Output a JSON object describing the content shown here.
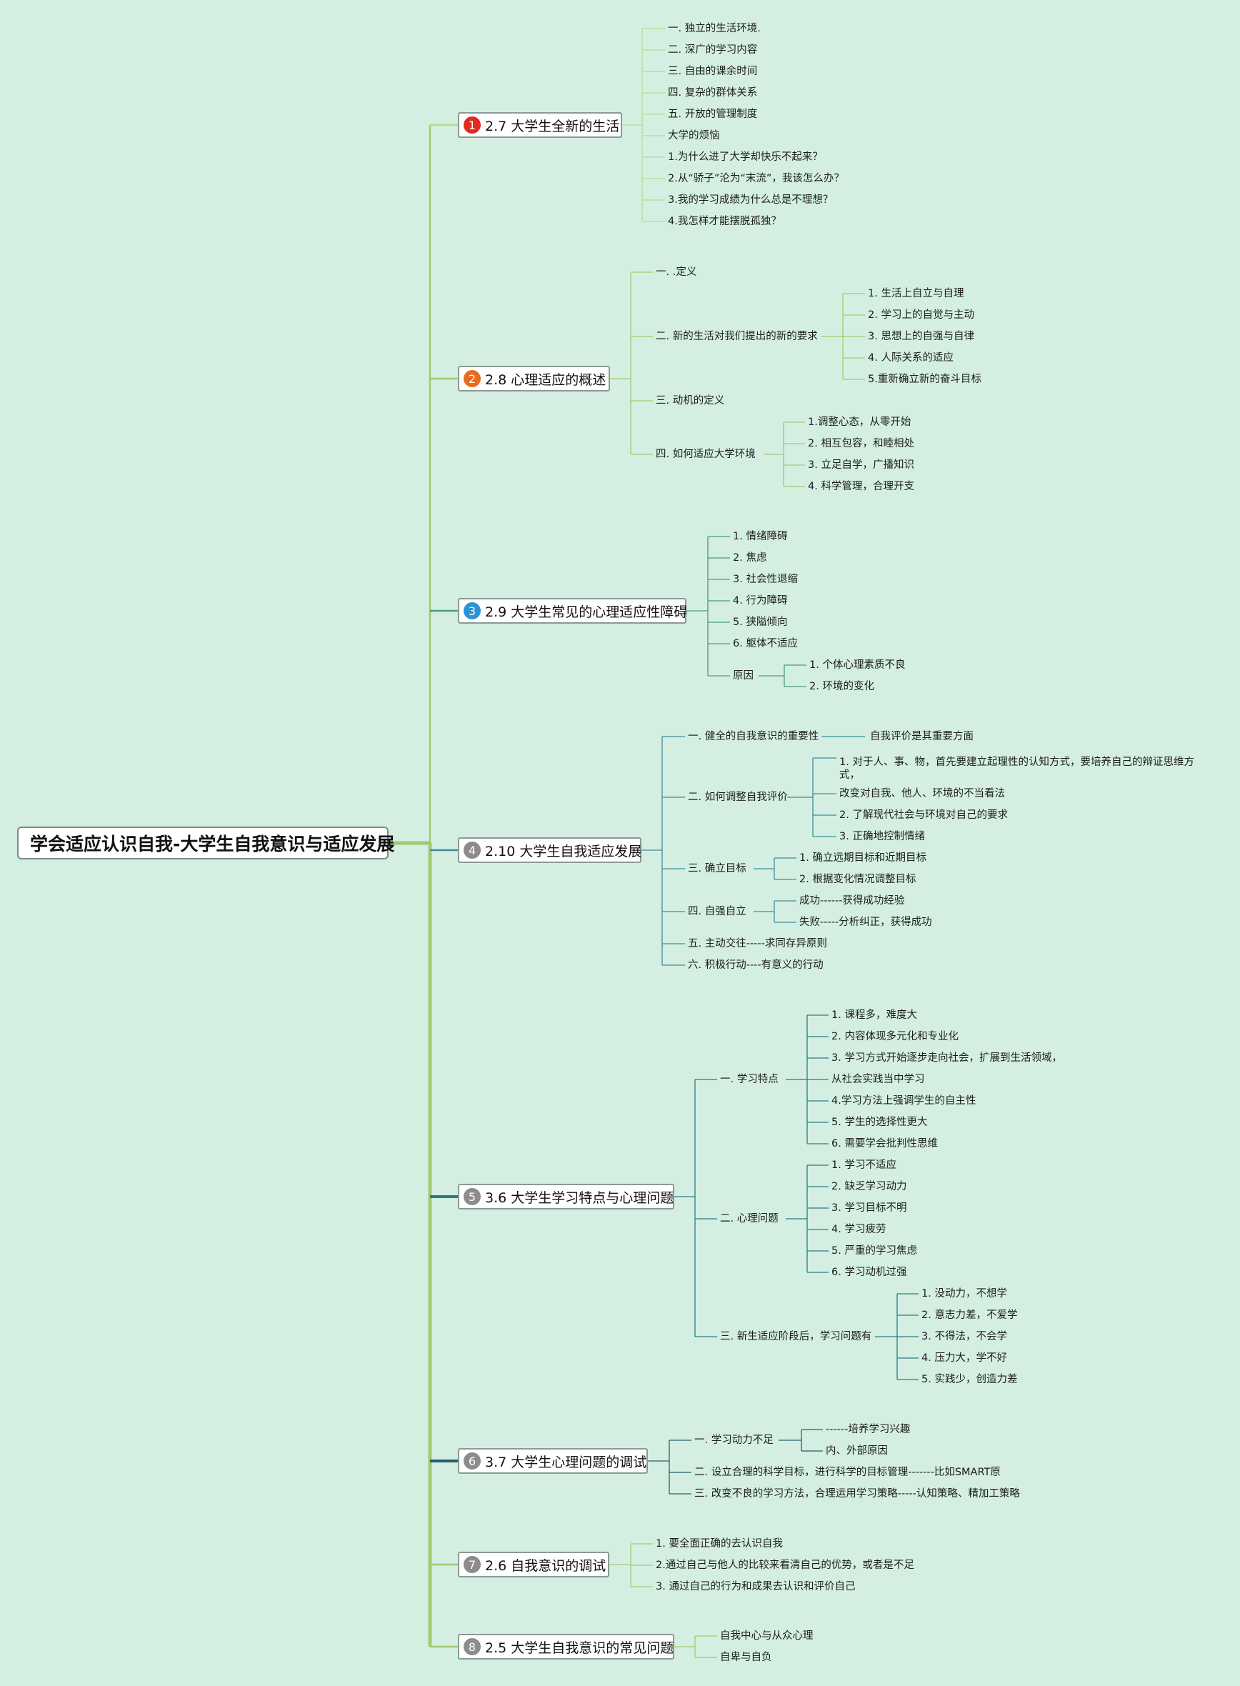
{
  "root": {
    "label": "学会适应认识自我-大学生自我意识与适应发展"
  },
  "colors": {
    "background": "#d4efe2",
    "trunk": "#a2c970",
    "branch_colors": [
      "#b4dc90",
      "#a2c970",
      "#4a9a7f",
      "#3c8c9b",
      "#2b7a86",
      "#245f6f",
      "#a2c970",
      "#a2c970"
    ],
    "badge_colors": [
      "#e02b20",
      "#ea6a20",
      "#2a94d6",
      "#8c8c8c",
      "#8c8c8c",
      "#8c8c8c",
      "#8c8c8c",
      "#8c8c8c"
    ]
  },
  "branches": [
    {
      "num": "1",
      "label": "2.7 大学生全新的生活",
      "children": [
        {
          "label": "一. 独立的生活环境."
        },
        {
          "label": "二. 深广的学习内容"
        },
        {
          "label": "三. 自由的课余时间"
        },
        {
          "label": "四. 复杂的群体关系"
        },
        {
          "label": "五. 开放的管理制度"
        },
        {
          "label": "大学的烦恼"
        },
        {
          "label": "1.为什么进了大学却快乐不起来？"
        },
        {
          "label": "2.从“骄子”沦为“末流”，我该怎么办？"
        },
        {
          "label": "3.我的学习成绩为什么总是不理想？"
        },
        {
          "label": "4.我怎样才能摆脱孤独？"
        }
      ]
    },
    {
      "num": "2",
      "label": "2.8 心理适应的概述",
      "children": [
        {
          "label": "一. .定义"
        },
        {
          "label": "二. 新的生活对我们提出的新的要求",
          "children": [
            {
              "label": "1. 生活上自立与自理"
            },
            {
              "label": "2. 学习上的自觉与主动"
            },
            {
              "label": "3. 思想上的自强与自律"
            },
            {
              "label": "4. 人际关系的适应"
            },
            {
              "label": "5.重新确立新的奋斗目标"
            }
          ]
        },
        {
          "label": "三. 动机的定义"
        },
        {
          "label": "四. 如何适应大学环境",
          "children": [
            {
              "label": "1.调整心态，从零开始"
            },
            {
              "label": "2. 相互包容，和睦相处"
            },
            {
              "label": "3. 立足自学，广播知识"
            },
            {
              "label": "4. 科学管理，合理开支"
            }
          ]
        }
      ]
    },
    {
      "num": "3",
      "label": "2.9 大学生常见的心理适应性障碍",
      "children": [
        {
          "label": "1. 情绪障碍"
        },
        {
          "label": "2. 焦虑"
        },
        {
          "label": "3. 社会性退缩"
        },
        {
          "label": "4. 行为障碍"
        },
        {
          "label": "5. 狭隘倾向"
        },
        {
          "label": "6. 躯体不适应"
        },
        {
          "label": "原因",
          "children": [
            {
              "label": "1. 个体心理素质不良"
            },
            {
              "label": "2. 环境的变化"
            }
          ]
        }
      ]
    },
    {
      "num": "4",
      "label": "2.10 大学生自我适应发展",
      "children": [
        {
          "label": "一. 健全的自我意识的重要性",
          "children": [
            {
              "label": "自我评价是其重要方面"
            }
          ]
        },
        {
          "label": "二. 如何调整自我评价",
          "children": [
            {
              "label": "1. 对于人、事、物，首先要建立起理性的认知方式，要培养自己的辩证思维方式，",
              "line1": "1. 对于人、事、物，首先要建立起理性的认知方式，要培养自己的辩证思维方",
              "line2": "式，"
            },
            {
              "label": "改变对自我、他人、环境的不当看法"
            },
            {
              "label": "2. 了解现代社会与环境对自己的要求"
            },
            {
              "label": "3. 正确地控制情绪"
            }
          ]
        },
        {
          "label": "三. 确立目标",
          "children": [
            {
              "label": "1. 确立远期目标和近期目标"
            },
            {
              "label": "2. 根据变化情况调整目标"
            }
          ]
        },
        {
          "label": "四. 自强自立",
          "children": [
            {
              "label": "成功------获得成功经验"
            },
            {
              "label": "失败-----分析纠正，获得成功"
            }
          ]
        },
        {
          "label": "五. 主动交往-----求同存异原则"
        },
        {
          "label": "六. 积极行动----有意义的行动"
        }
      ]
    },
    {
      "num": "5",
      "label": "3.6 大学生学习特点与心理问题",
      "children": [
        {
          "label": "一. 学习特点",
          "children": [
            {
              "label": "1. 课程多，难度大"
            },
            {
              "label": "2. 内容体现多元化和专业化"
            },
            {
              "label": "3. 学习方式开始逐步走向社会，扩展到生活领域，"
            },
            {
              "label": "从社会实践当中学习"
            },
            {
              "label": "4.学习方法上强调学生的自主性"
            },
            {
              "label": "5. 学生的选择性更大"
            },
            {
              "label": "6. 需要学会批判性思维"
            }
          ]
        },
        {
          "label": "二. 心理问题",
          "children": [
            {
              "label": "1. 学习不适应"
            },
            {
              "label": "2. 缺乏学习动力"
            },
            {
              "label": "3. 学习目标不明"
            },
            {
              "label": "4. 学习疲劳"
            },
            {
              "label": "5. 严重的学习焦虑"
            },
            {
              "label": "6. 学习动机过强"
            }
          ]
        },
        {
          "label": "三. 新生适应阶段后，学习问题有",
          "children": [
            {
              "label": "1. 没动力，不想学"
            },
            {
              "label": "2. 意志力差，不爱学"
            },
            {
              "label": "3. 不得法，不会学"
            },
            {
              "label": "4. 压力大，学不好"
            },
            {
              "label": "5. 实践少，创造力差"
            }
          ]
        }
      ]
    },
    {
      "num": "6",
      "label": "3.7 大学生心理问题的调试",
      "children": [
        {
          "label": "一. 学习动力不足",
          "children": [
            {
              "label": "------培养学习兴趣"
            },
            {
              "label": "内、外部原因"
            }
          ]
        },
        {
          "label": "二. 设立合理的科学目标，进行科学的目标管理-------比如SMART原"
        },
        {
          "label": "三. 改变不良的学习方法，合理运用学习策略-----认知策略、精加工策略"
        }
      ]
    },
    {
      "num": "7",
      "label": "2.6 自我意识的调试",
      "children": [
        {
          "label": "1. 要全面正确的去认识自我"
        },
        {
          "label": "2.通过自己与他人的比较来看清自己的优势，或者是不足"
        },
        {
          "label": "3. 通过自己的行为和成果去认识和评价自己"
        }
      ]
    },
    {
      "num": "8",
      "label": "2.5 大学生自我意识的常见问题",
      "children": [
        {
          "label": "自我中心与从众心理"
        },
        {
          "label": "自卑与自负"
        }
      ]
    }
  ]
}
